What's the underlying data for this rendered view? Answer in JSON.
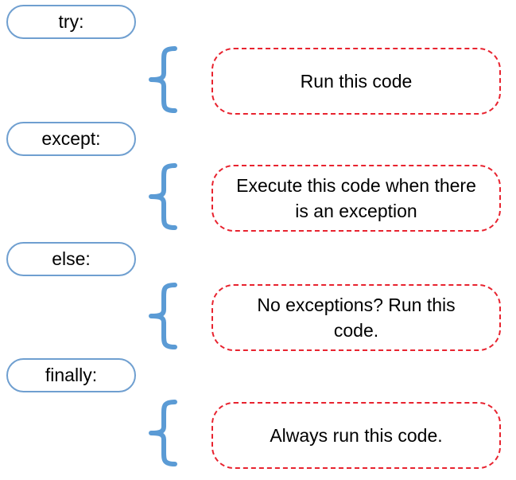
{
  "colors": {
    "pill_border": "#6f9fd0",
    "brace": "#5b9bd5",
    "dashed_border": "#e8232f"
  },
  "blocks": [
    {
      "keyword": "try:",
      "description": "Run this code"
    },
    {
      "keyword": "except:",
      "description": "Execute this code when there is an exception"
    },
    {
      "keyword": "else:",
      "description": "No exceptions? Run this code."
    },
    {
      "keyword": "finally:",
      "description": "Always run this code."
    }
  ]
}
